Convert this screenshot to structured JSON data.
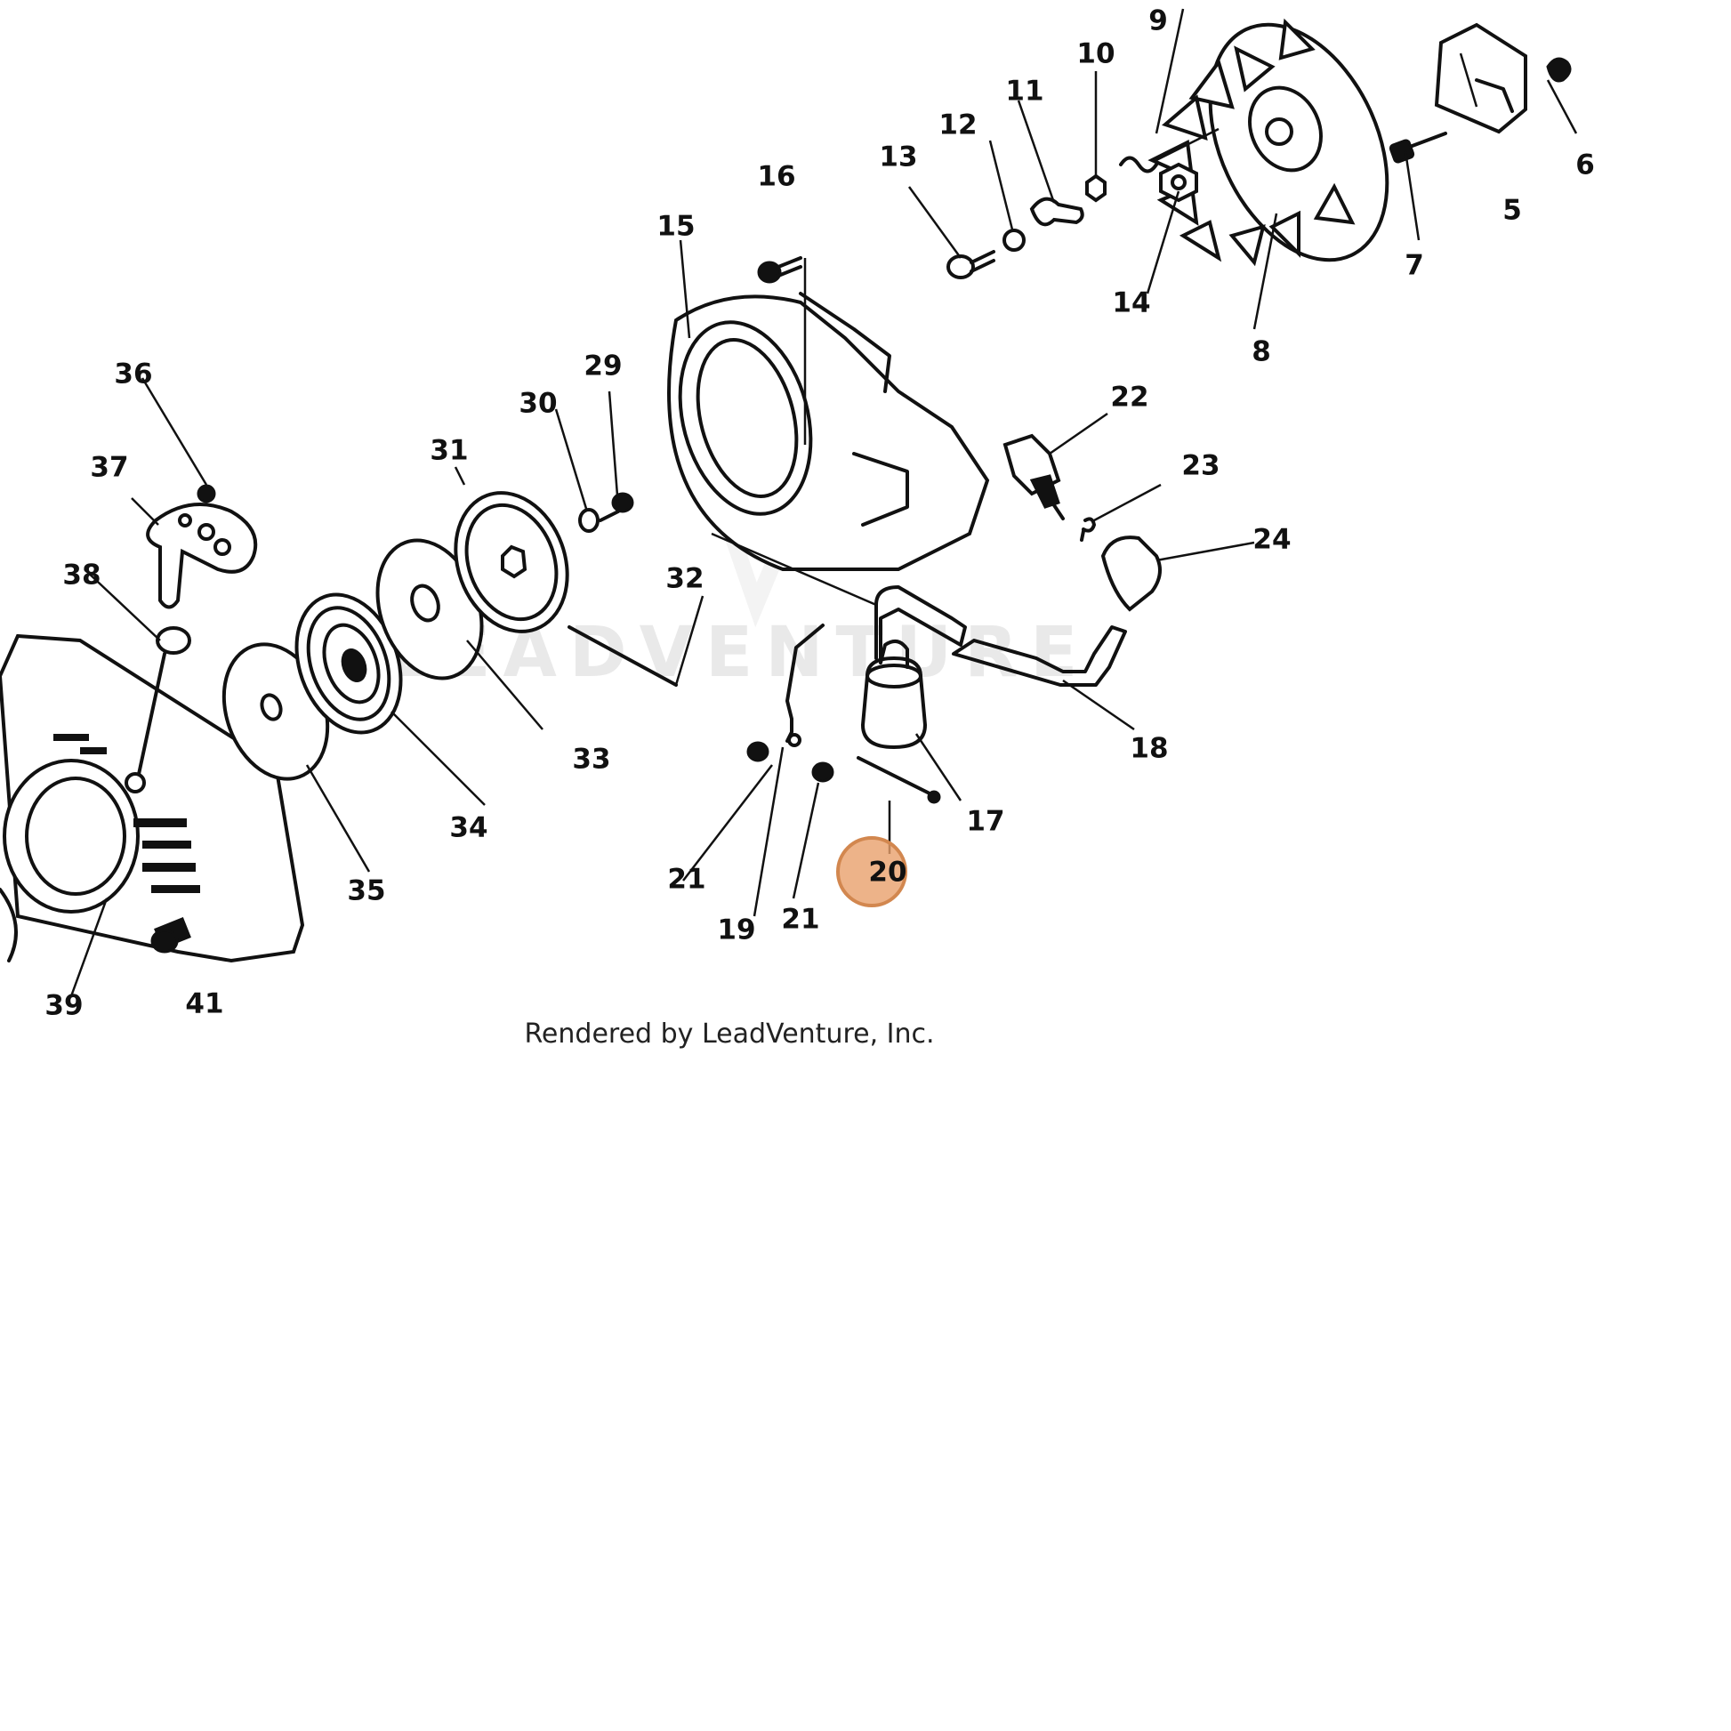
{
  "watermark": "LEADVENTURE",
  "credit": "Rendered by LeadVenture, Inc.",
  "highlight_color": "#e9a06c",
  "highlighted_part": "20",
  "callouts": {
    "c5": "5",
    "c6": "6",
    "c7": "7",
    "c8": "8",
    "c9": "9",
    "c10": "10",
    "c11": "11",
    "c12": "12",
    "c13": "13",
    "c14": "14",
    "c15": "15",
    "c16": "16",
    "c17": "17",
    "c18": "18",
    "c19": "19",
    "c20": "20",
    "c21a": "21",
    "c21b": "21",
    "c22": "22",
    "c23": "23",
    "c24": "24",
    "c29": "29",
    "c30": "30",
    "c31": "31",
    "c32": "32",
    "c33": "33",
    "c34": "34",
    "c35": "35",
    "c36": "36",
    "c37": "37",
    "c38": "38",
    "c39": "39",
    "c41": "41"
  }
}
